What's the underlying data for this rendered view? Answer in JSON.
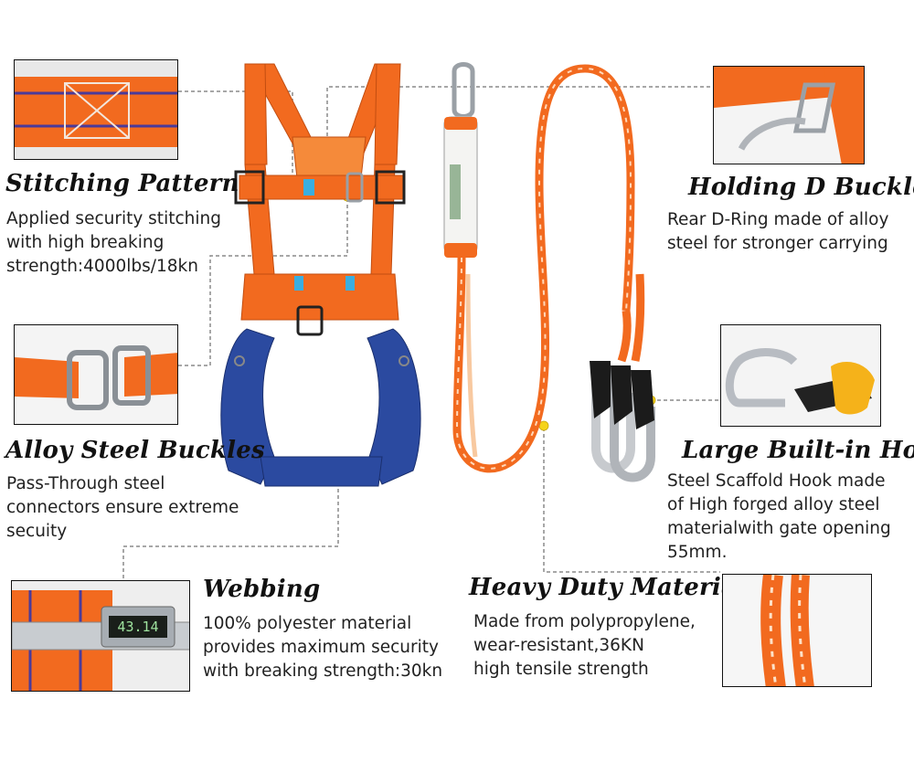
{
  "colors": {
    "strap_orange": "#f26a1f",
    "leg_blue": "#2b4aa0",
    "metal": "#b8bcc2",
    "dot_yellow": "#f5d31a",
    "leader": "#8a8a8a"
  },
  "features": {
    "stitching": {
      "title": "Stitching Pattern",
      "lines": [
        "Applied security stitching",
        "with high breaking",
        "strength:4000lbs/18kn"
      ]
    },
    "buckles": {
      "title": "Alloy Steel Buckles",
      "lines": [
        "Pass-Through steel",
        "connectors ensure extreme",
        "secuity"
      ]
    },
    "webbing": {
      "title": "Webbing",
      "lines": [
        "100% polyester material",
        "provides maximum security",
        "with breaking strength:30kn"
      ]
    },
    "d_buckle": {
      "title": "Holding D Buckle",
      "lines": [
        "Rear D-Ring made of alloy",
        "steel for stronger carrying"
      ]
    },
    "hook": {
      "title": "Large Built-in Hook",
      "lines": [
        "Steel Scaffold Hook made",
        "of High forged alloy steel",
        "materialwith gate opening",
        "55mm."
      ]
    },
    "material": {
      "title": "Heavy Duty Material",
      "lines": [
        "Made from polypropylene,",
        "wear-resistant,36KN",
        "high tensile strength"
      ]
    }
  },
  "caliper_reading": "43.14"
}
